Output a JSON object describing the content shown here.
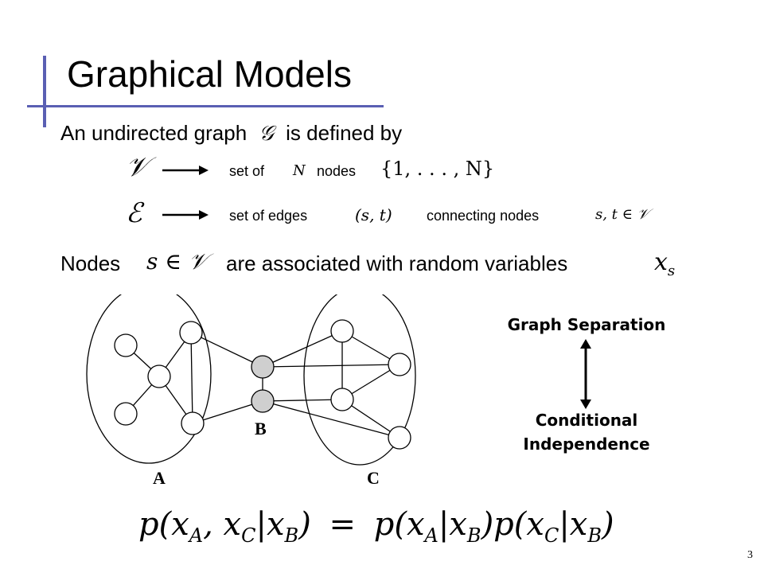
{
  "title": "Graphical Models",
  "intro": {
    "text_before": "An undirected graph",
    "graph_symbol": "𝒢",
    "text_after": "is defined by"
  },
  "vertices_row": {
    "symbol": "𝒱",
    "text_1": "set of",
    "var": "N",
    "text_2": "nodes",
    "set": "{1, . . . , N}"
  },
  "edges_row": {
    "symbol": "ℰ",
    "text_1": "set of edges",
    "pair": "(s,  t)",
    "text_2": "connecting nodes",
    "membership": "s, t ∈ 𝒱"
  },
  "nodes_line": {
    "text_1": "Nodes",
    "membership": "s ∈ 𝒱",
    "text_2": "are associated with random variables",
    "var": "x",
    "var_sub": "s"
  },
  "diagram": {
    "labels": {
      "a": "A",
      "b": "B",
      "c": "C"
    },
    "colors": {
      "node_fill": "#ffffff",
      "shaded_fill": "#cfcfcf",
      "stroke": "#000000"
    }
  },
  "equivalence": {
    "top": "Graph Separation",
    "bottom_line1": "Conditional",
    "bottom_line2": "Independence"
  },
  "equation": {
    "lhs": "p(x_A, x_C | x_B)",
    "equals": "=",
    "rhs": "p(x_A | x_B) p(x_C | x_B)"
  },
  "page_number": "3",
  "colors": {
    "accent_bar": "#5a5fb3"
  }
}
